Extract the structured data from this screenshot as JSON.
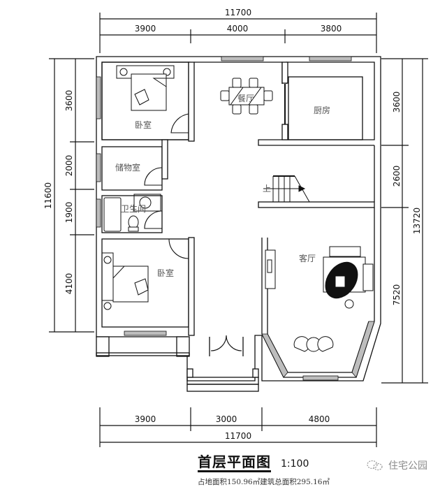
{
  "title": "首层平面图",
  "scale": "1:100",
  "area_note": "占地面积150.96㎡建筑总面积295.16㎡",
  "watermark": {
    "icon": "wechat-chat-icon",
    "text": "住宅公园"
  },
  "dimensions": {
    "top_total": "11700",
    "top_segments": [
      "3900",
      "4000",
      "3800"
    ],
    "bottom_segments": [
      "3900",
      "3000",
      "4800"
    ],
    "bottom_total": "11700",
    "left_total": "11600",
    "left_segments": [
      "3600",
      "2000",
      "1900",
      "4100"
    ],
    "right_segments": [
      "3600",
      "2600",
      "7520"
    ],
    "right_total": "13720"
  },
  "rooms": {
    "bedroom_north": "卧室",
    "dining": "餐厅",
    "kitchen": "厨房",
    "storage": "储物室",
    "bathroom": "卫生间",
    "bedroom_south": "卧室",
    "living": "客厅"
  },
  "stair_label": "上",
  "colors": {
    "line": "#111111",
    "label": "#555555",
    "window_fill": "#bdbdbd"
  }
}
